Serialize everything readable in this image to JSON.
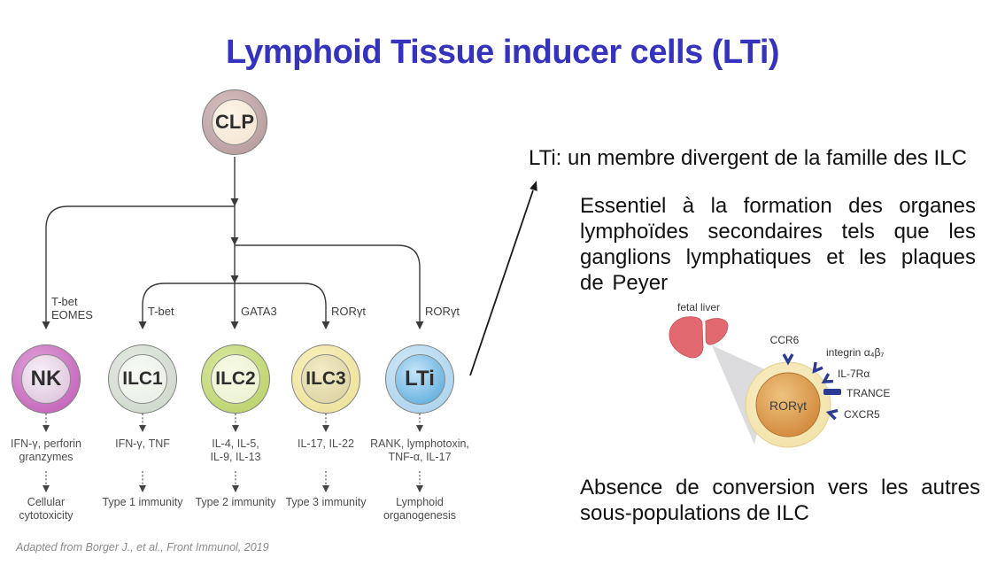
{
  "title": "Lymphoid Tissue inducer cells (LTi)",
  "attribution": "Adapted from Borger J., et al., Front Immunol, 2019",
  "palette": {
    "title_color": "#3533bd",
    "clp_outer": "#b29698",
    "clp_inner": "#fdf4e6",
    "nk_outer": "#bf58b5",
    "nk_inner": "#e9d9e9",
    "ilc1_outer": "#c9d6c7",
    "ilc1_inner": "#f0f5ee",
    "ilc2_outer": "#b6cf63",
    "ilc2_inner": "#f0f5dc",
    "ilc3_outer": "#ecdf95",
    "ilc3_inner": "#e0d5a4",
    "lti_outer": "#a5d0ec",
    "lti_inner": "#4ba3d8",
    "receptor_color": "#2b3a92",
    "liver_color": "#e2696f",
    "line_color": "#3b3b3b"
  },
  "lineage": {
    "progenitor": "CLP",
    "cells": [
      {
        "label": "NK",
        "factor": "T-bet\nEOMES",
        "effectors": "IFN-γ, perforin\ngranzymes",
        "outcome": "Cellular\ncytotoxicity"
      },
      {
        "label": "ILC1",
        "factor": "T-bet",
        "effectors": "IFN-γ, TNF",
        "outcome": "Type 1 immunity"
      },
      {
        "label": "ILC2",
        "factor": "GATA3",
        "effectors": "IL-4, IL-5,\nIL-9, IL-13",
        "outcome": "Type 2 immunity"
      },
      {
        "label": "ILC3",
        "factor": "RORγt",
        "effectors": "IL-17, IL-22",
        "outcome": "Type 3 immunity"
      },
      {
        "label": "LTi",
        "factor": "RORγt",
        "effectors": "RANK, lymphotoxin,\nTNF-α, IL-17",
        "outcome": "Lymphoid\norganogenesis"
      }
    ]
  },
  "annotations": {
    "divergent": "LTi: un membre divergent de la famille des ILC",
    "essentiel": "Essentiel à la formation des organes lymphoïdes secondaires tels que les ganglions lymphatiques et les plaques de Peyer",
    "absence": "Absence de conversion vers les autres sous-populations de ILC"
  },
  "lti_diagram": {
    "source": "fetal liver",
    "cell_label": "RORγt",
    "receptors": [
      "CCR6",
      "integrin α₄β₇",
      "IL-7Rα",
      "TRANCE",
      "CXCR5"
    ]
  }
}
